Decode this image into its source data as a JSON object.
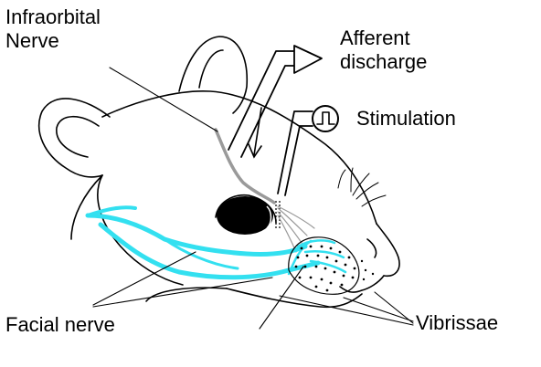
{
  "labels": {
    "infraorbital_line1": "Infraorbital",
    "infraorbital_line2": "Nerve",
    "afferent_line1": "Afferent",
    "afferent_line2": "discharge",
    "stimulation": "Stimulation",
    "facial_nerve": "Facial nerve",
    "vibrissae": "Vibrissae"
  },
  "colors": {
    "outline": "#000000",
    "facial_nerve": "#33e0f0",
    "infraorbital_nerve": "#9a9a9a",
    "eye": "#000000",
    "background": "#ffffff"
  }
}
